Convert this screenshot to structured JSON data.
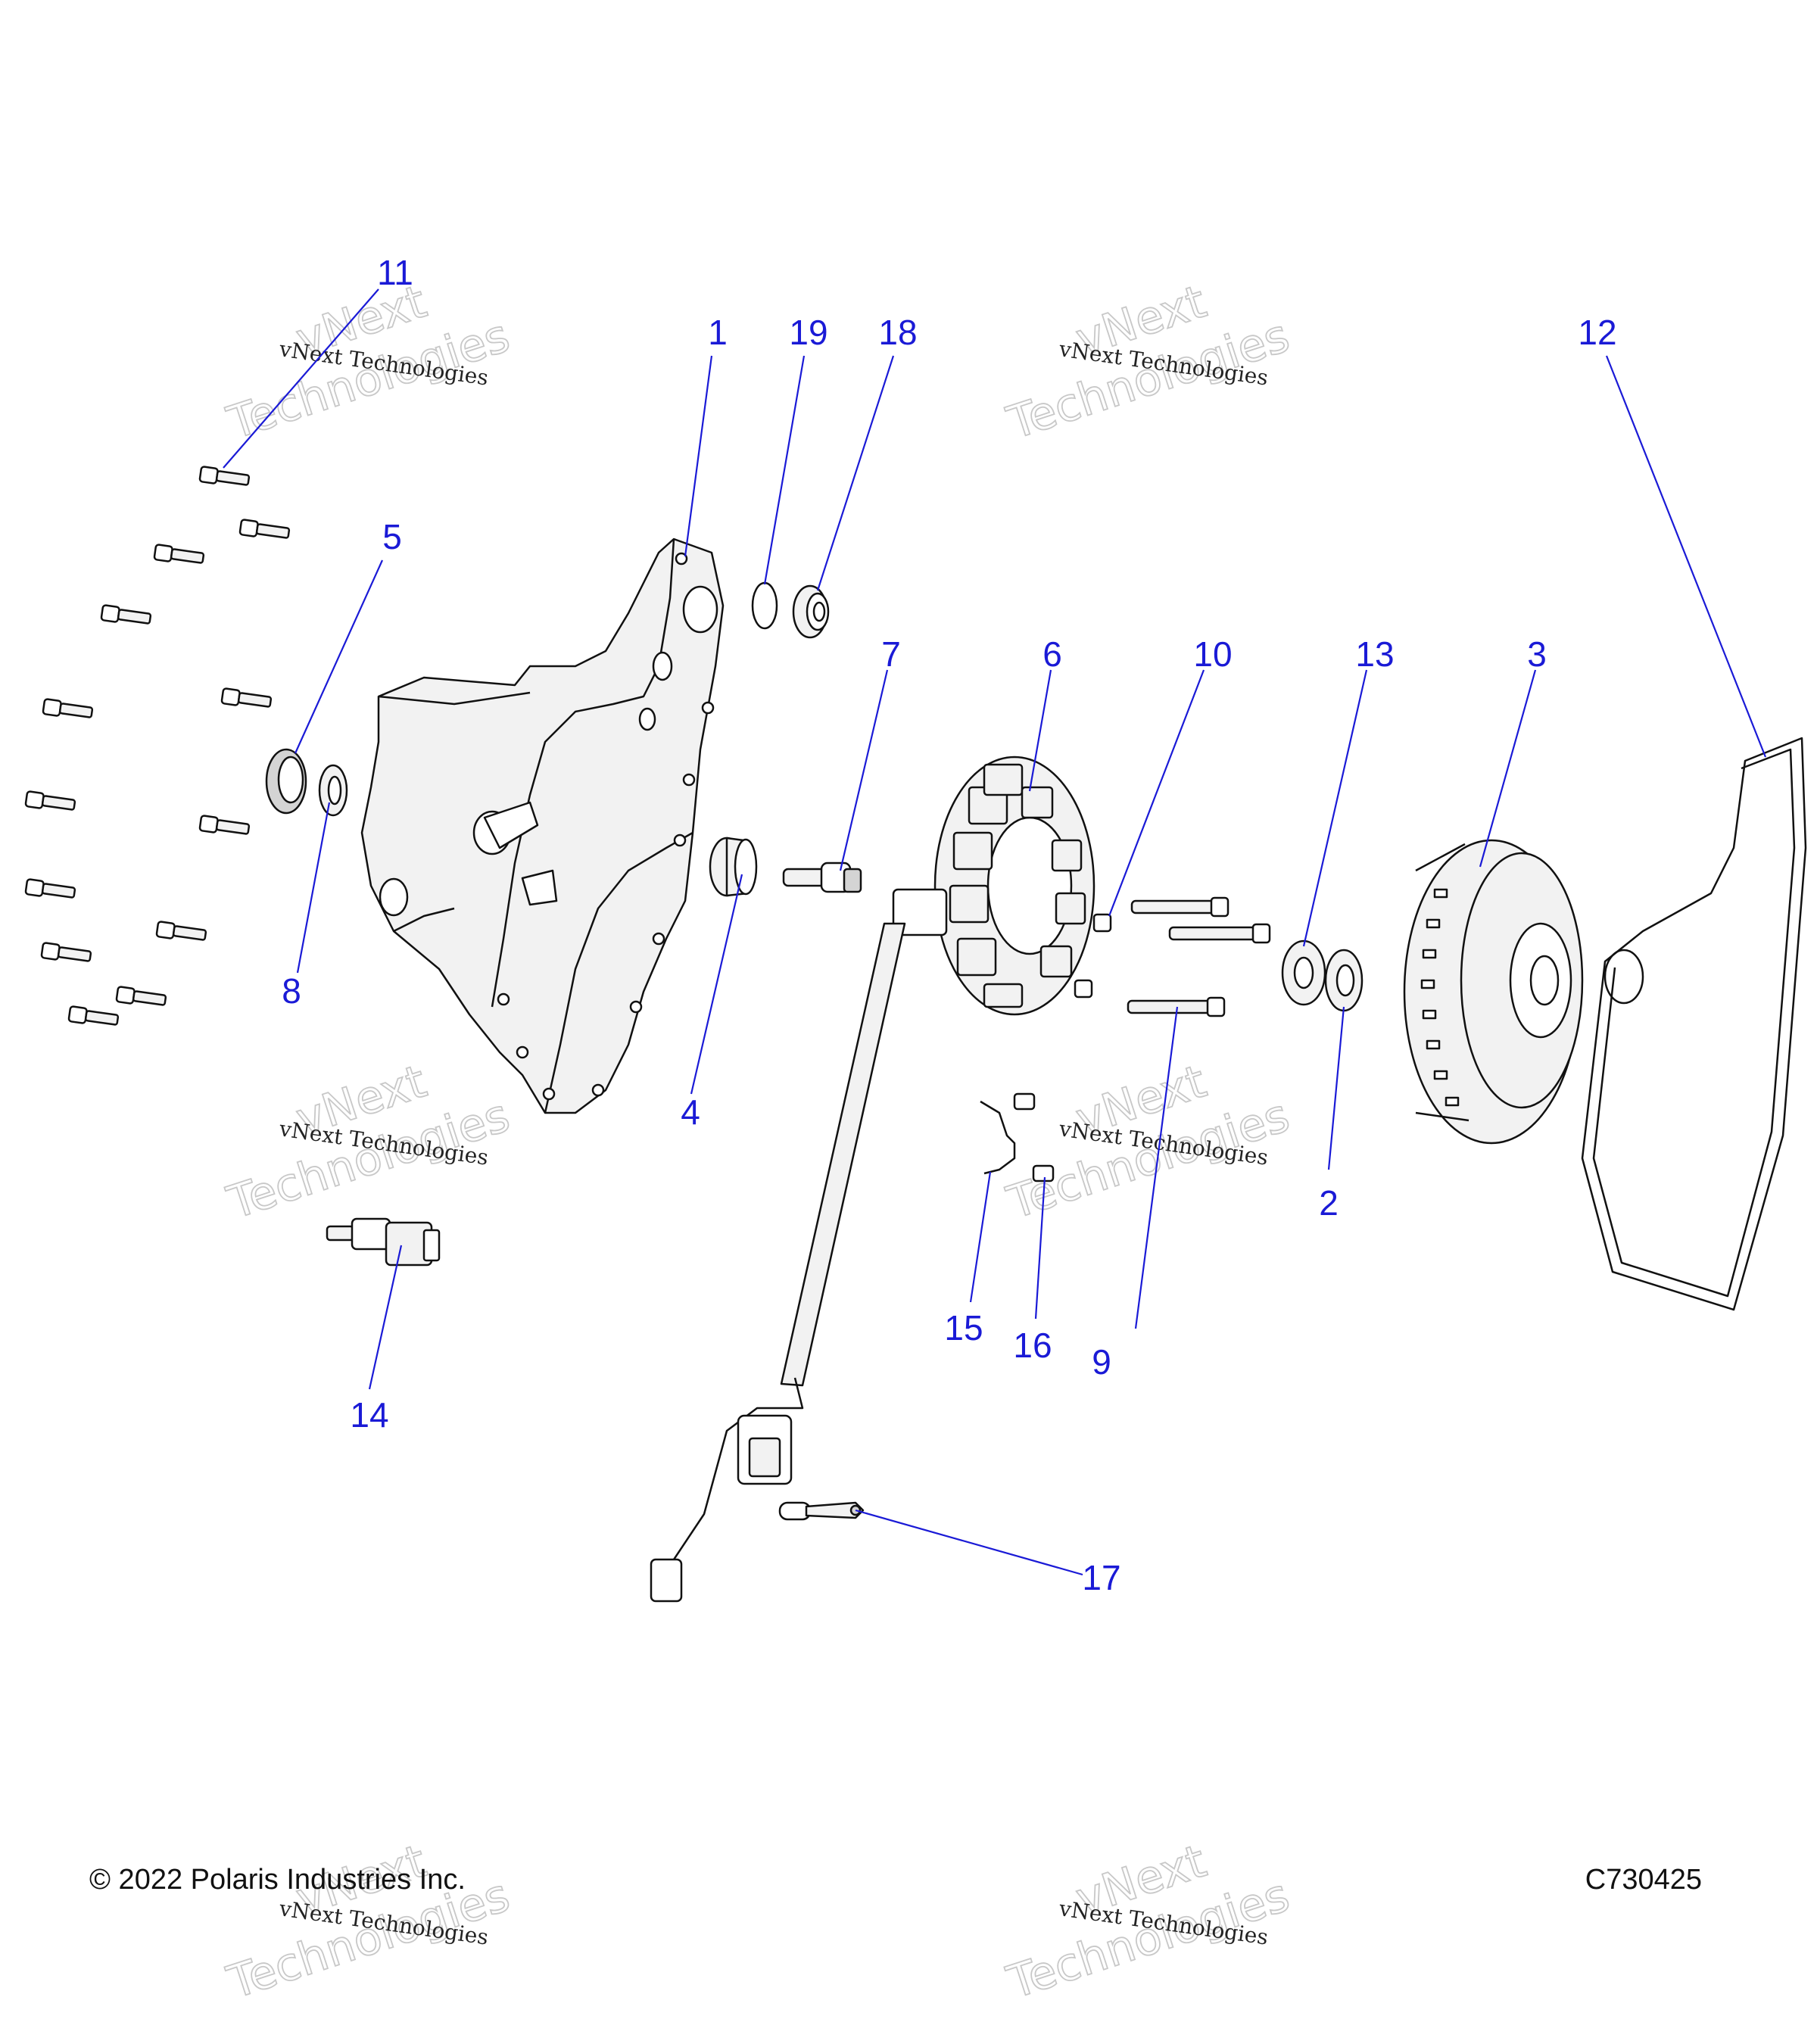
{
  "diagram": {
    "copyright": "© 2022 Polaris Industries Inc.",
    "figure_id": "C730425",
    "watermark_line1": "vNext",
    "watermark_line2": "Technologies",
    "watermark_caption": "vNext Technologies",
    "callouts": [
      "1",
      "2",
      "3",
      "4",
      "5",
      "6",
      "7",
      "8",
      "9",
      "10",
      "11",
      "12",
      "13",
      "14",
      "15",
      "16",
      "17",
      "18",
      "19"
    ]
  }
}
